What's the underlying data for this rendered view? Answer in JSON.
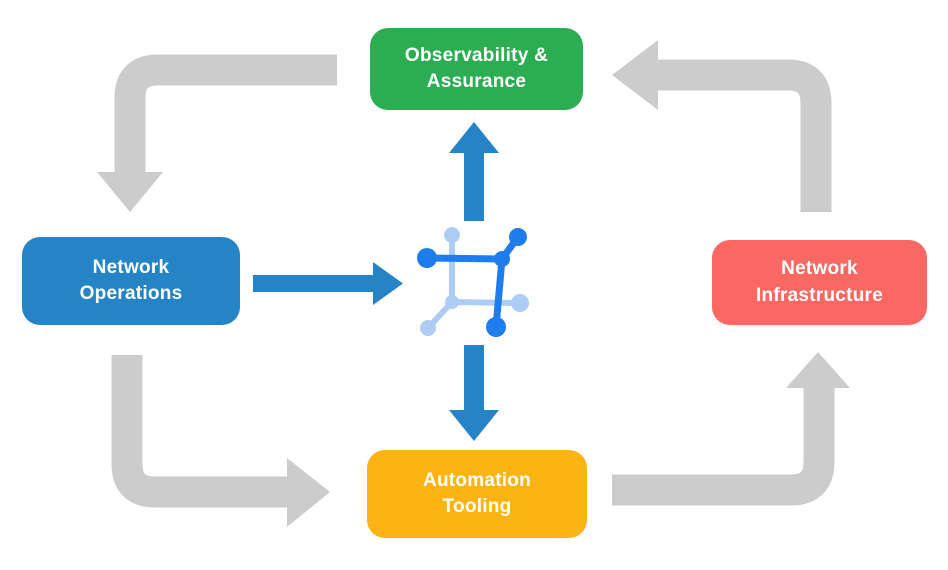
{
  "background_color": "#ffffff",
  "text_color": "#ffffff",
  "nodes": {
    "top": {
      "id": "observability-assurance",
      "lines": [
        "Observability &",
        "Assurance"
      ],
      "color": "#2cad52"
    },
    "left": {
      "id": "network-operations",
      "lines": [
        "Network",
        "Operations"
      ],
      "color": "#2484c6"
    },
    "right": {
      "id": "network-infrastructure",
      "lines": [
        "Network",
        "Infrastructure"
      ],
      "color": "#f96863"
    },
    "bottom": {
      "id": "automation-tooling",
      "lines": [
        "Automation",
        "Tooling"
      ],
      "color": "#fcb414"
    }
  },
  "center_icon": {
    "name": "network-fabric-icon",
    "dark_blue": "#1e7cec",
    "light_blue": "#aecdf5"
  },
  "arrows": {
    "blue_color": "#2484c6",
    "gray_color": "#cccccc",
    "blue": [
      {
        "name": "operations-to-platform",
        "direction": "right"
      },
      {
        "name": "platform-to-observability",
        "direction": "up"
      },
      {
        "name": "platform-to-automation",
        "direction": "down"
      }
    ],
    "gray": [
      {
        "name": "observability-to-operations",
        "direction": "down"
      },
      {
        "name": "operations-to-automation",
        "direction": "right"
      },
      {
        "name": "automation-to-infrastructure",
        "direction": "up"
      },
      {
        "name": "infrastructure-to-observability",
        "direction": "left"
      }
    ]
  }
}
